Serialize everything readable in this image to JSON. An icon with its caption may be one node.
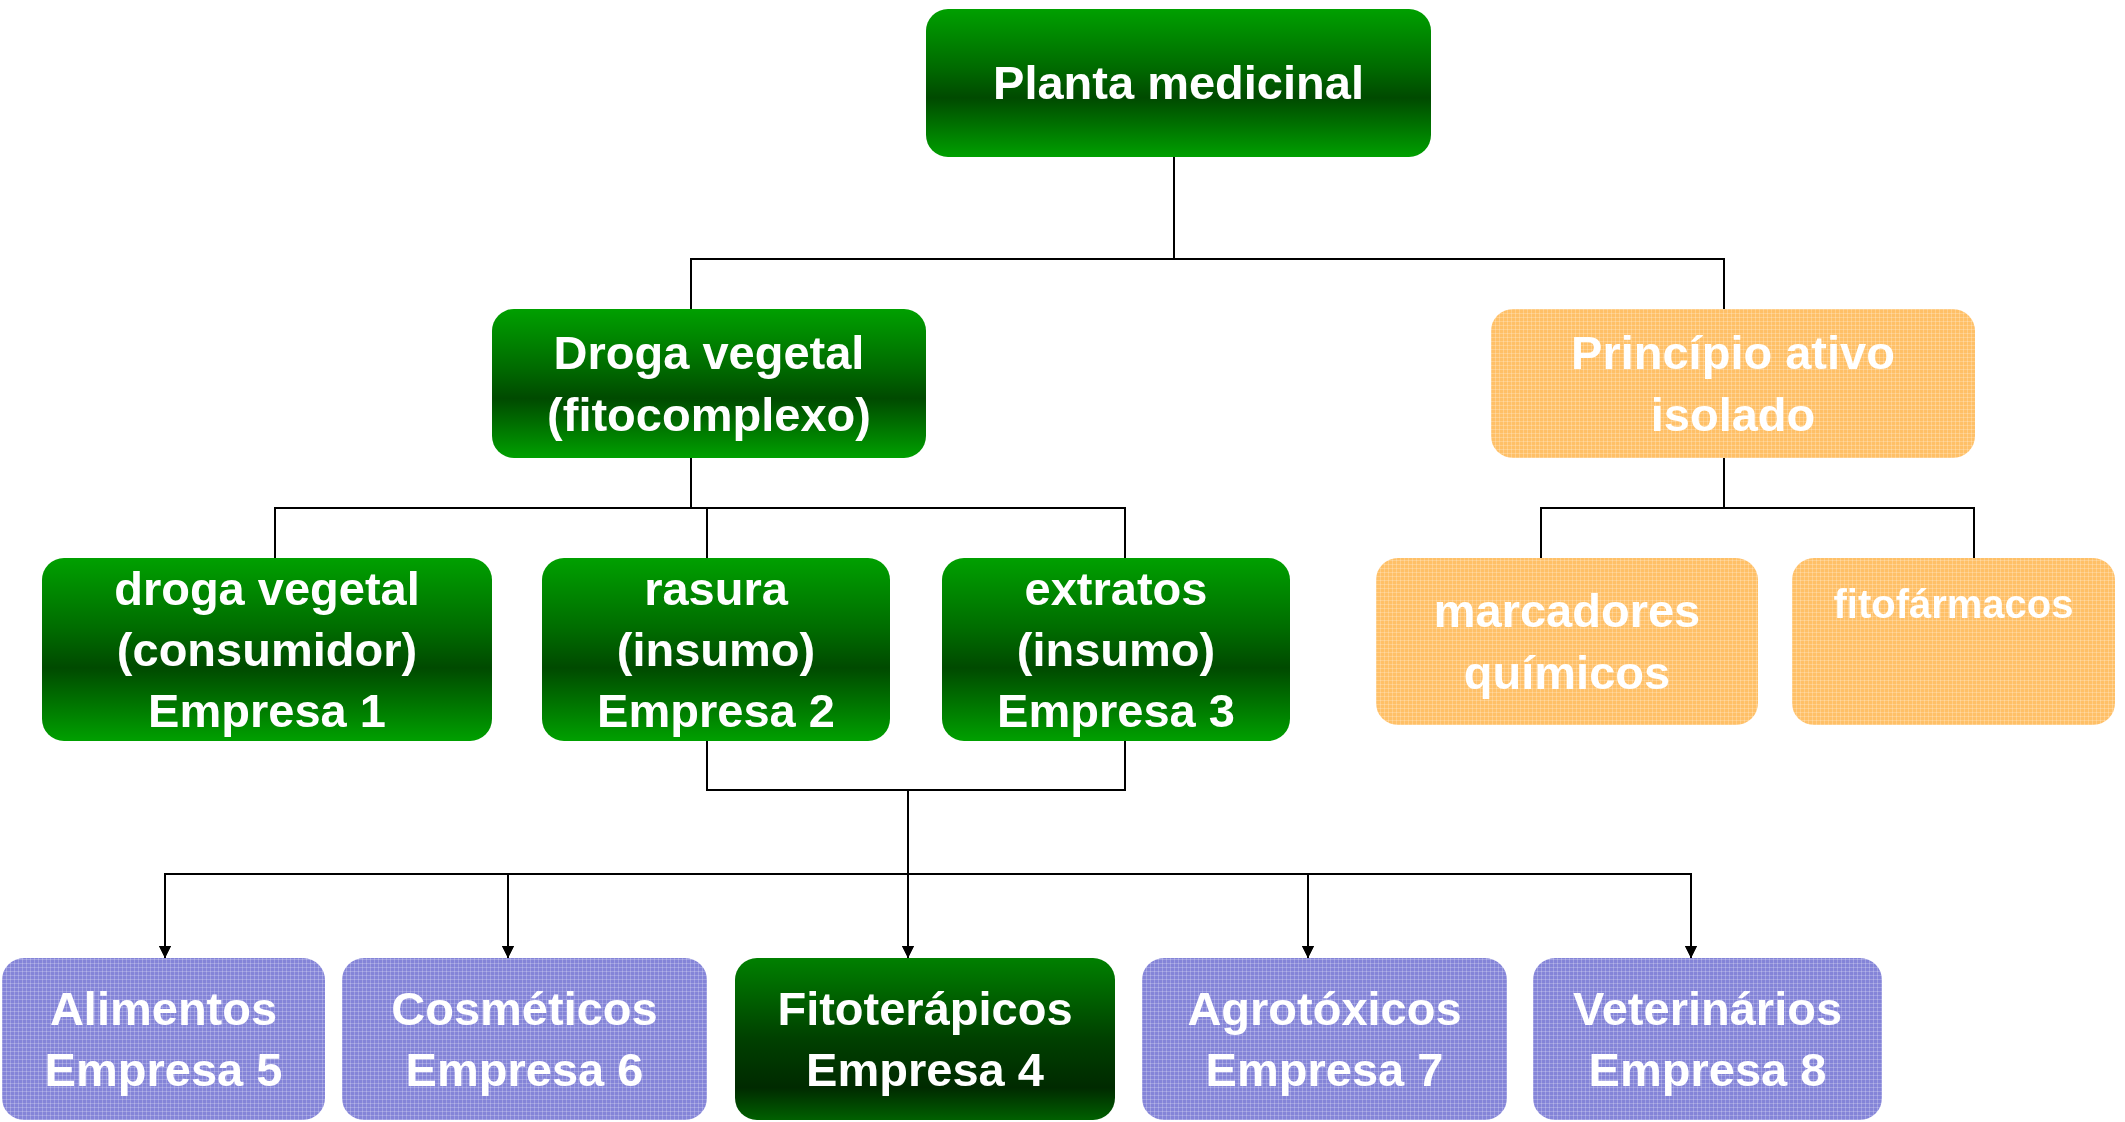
{
  "diagram": {
    "nodes": [
      {
        "text": [
          "Planta medicinal"
        ]
      },
      {
        "text": [
          "Droga vegetal (fitocomplexo)"
        ]
      },
      {
        "text": [
          "Princípio ativo isolado"
        ]
      },
      {
        "text": [
          "droga vegetal (consumidor)",
          "Empresa 1"
        ]
      },
      {
        "text": [
          "rasura (insumo)",
          "Empresa 2"
        ]
      },
      {
        "text": [
          "extratos (insumo)",
          "Empresa 3"
        ]
      },
      {
        "text": [
          "marcadores químicos"
        ]
      },
      {
        "text": [
          "fitofármacos"
        ]
      },
      {
        "text": [
          "Alimentos",
          "Empresa 5"
        ]
      },
      {
        "text": [
          "Cosméticos",
          "Empresa 6"
        ]
      },
      {
        "text": [
          "Fitoterápicos",
          "Empresa 4"
        ]
      },
      {
        "text": [
          "Agrotóxicos",
          "Empresa 7"
        ]
      },
      {
        "text": [
          "Veterinários",
          "Empresa 8"
        ]
      }
    ],
    "edges": [
      {
        "from": 0,
        "to": 1,
        "arrow": "none"
      },
      {
        "from": 0,
        "to": 2,
        "arrow": "none"
      },
      {
        "from": 1,
        "to": 3,
        "arrow": "none"
      },
      {
        "from": 1,
        "to": 4,
        "arrow": "none"
      },
      {
        "from": 1,
        "to": 5,
        "arrow": "none"
      },
      {
        "from": 2,
        "to": 6,
        "arrow": "none"
      },
      {
        "from": 2,
        "to": 7,
        "arrow": "none"
      },
      {
        "from": 4,
        "to": 8,
        "arrow": "to"
      },
      {
        "from": 4,
        "to": 9,
        "arrow": "to"
      },
      {
        "from": 4,
        "to": 10,
        "arrow": "to"
      },
      {
        "from": 4,
        "to": 11,
        "arrow": "to"
      },
      {
        "from": 4,
        "to": 12,
        "arrow": "to"
      },
      {
        "from": 5,
        "to": 8,
        "arrow": "to"
      },
      {
        "from": 5,
        "to": 9,
        "arrow": "to"
      },
      {
        "from": 5,
        "to": 10,
        "arrow": "to"
      },
      {
        "from": 5,
        "to": 11,
        "arrow": "to"
      },
      {
        "from": 5,
        "to": 12,
        "arrow": "to"
      }
    ]
  }
}
